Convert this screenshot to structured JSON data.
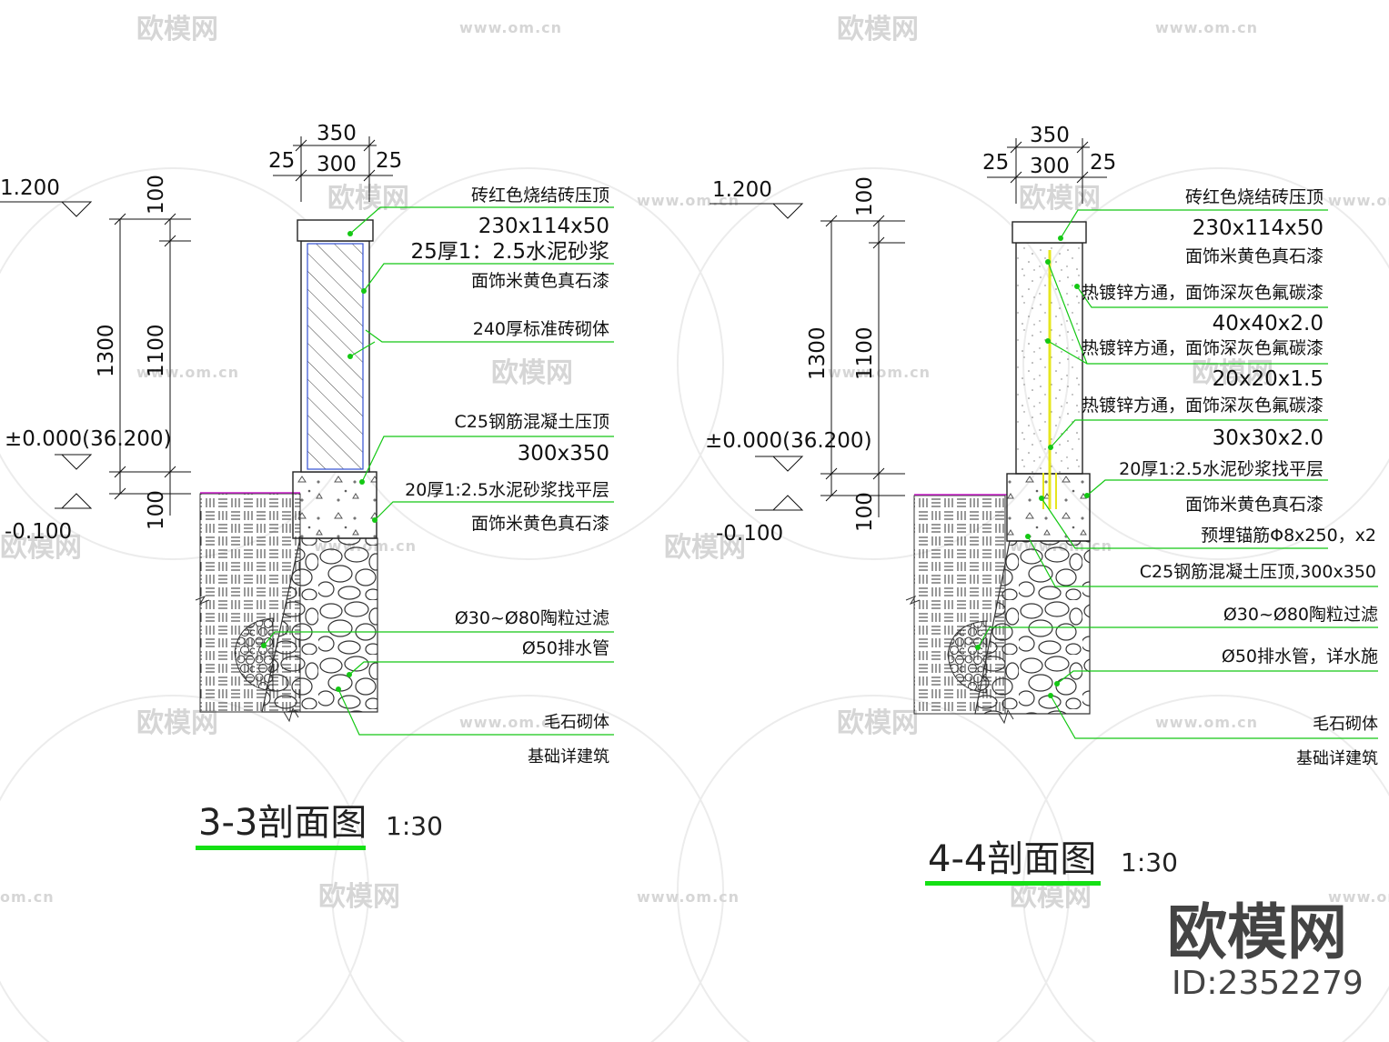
{
  "watermark": {
    "brand": "欧模网",
    "url": "www.om.cn",
    "url_short": "om.cn"
  },
  "corner_logo": {
    "name": "欧模网",
    "id": "ID:2352279"
  },
  "section_3": {
    "title": "3-3剖面图",
    "scale": "1:30",
    "dims": {
      "top_total": "350",
      "top_inner": "300",
      "top_left": "25",
      "top_right": "25",
      "v_total": "1300",
      "v_cap": "100",
      "v_body": "1100",
      "v_base": "100"
    },
    "elevations": {
      "top": "1.200",
      "zero": "±0.000(36.200)",
      "low": "-0.100"
    },
    "notes": [
      "砖红色烧结砖压顶",
      "230x114x50",
      "25厚1：2.5水泥砂浆",
      "面饰米黄色真石漆",
      "240厚标准砖砌体",
      "C25钢筋混凝土压顶",
      "300x350",
      "20厚1:2.5水泥砂浆找平层",
      "面饰米黄色真石漆",
      "Ø30~Ø80陶粒过滤",
      "Ø50排水管",
      "毛石砌体",
      "基础详建筑"
    ]
  },
  "section_4": {
    "title": "4-4剖面图",
    "scale": "1:30",
    "dims": {
      "top_total": "350",
      "top_inner": "300",
      "top_left": "25",
      "top_right": "25",
      "v_total": "1300",
      "v_cap": "100",
      "v_body": "1100",
      "v_base": "100"
    },
    "elevations": {
      "top": "1.200",
      "zero": "±0.000(36.200)",
      "low": "-0.100"
    },
    "notes": [
      "砖红色烧结砖压顶",
      "230x114x50",
      "面饰米黄色真石漆",
      "热镀锌方通，面饰深灰色氟碳漆",
      "40x40x2.0",
      "热镀锌方通，面饰深灰色氟碳漆",
      "20x20x1.5",
      "热镀锌方通，面饰深灰色氟碳漆",
      "30x30x2.0",
      "20厚1:2.5水泥砂浆找平层",
      "面饰米黄色真石漆",
      "预埋锚筋Φ8x250，x2",
      "C25钢筋混凝土压顶,300x350",
      "Ø30~Ø80陶粒过滤",
      "Ø50排水管，详水施",
      "毛石砌体",
      "基础详建筑"
    ]
  },
  "colors": {
    "leader": "#14c814",
    "title_underline": "#14e014",
    "rod": "#e6e61e",
    "ground": "#c81ec8",
    "brick_inner": "#3250d2"
  }
}
